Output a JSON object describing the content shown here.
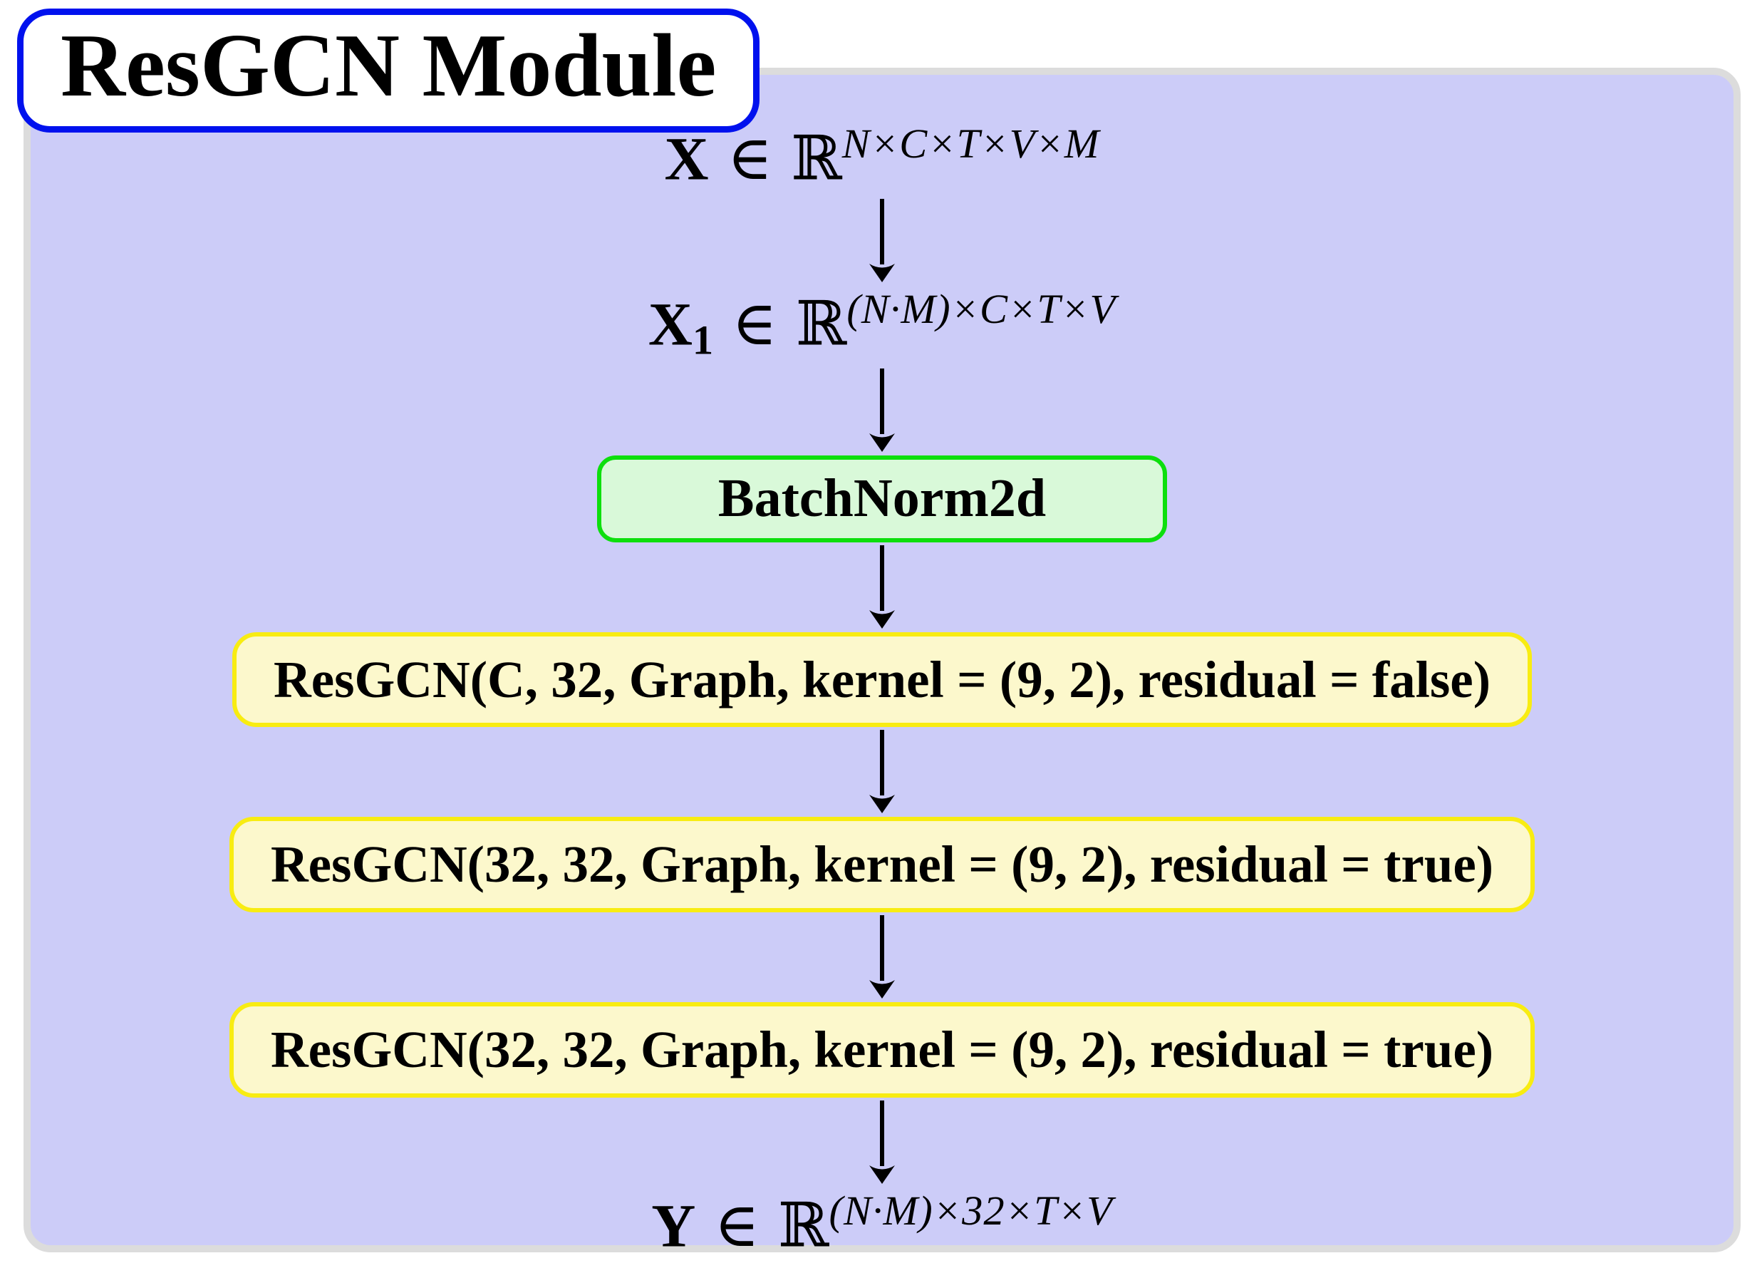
{
  "title": {
    "label": "ResGCN Module"
  },
  "colors": {
    "panel_bg": "#ccccf8",
    "panel_border": "#dcdcdc",
    "title_bg": "#ffffff",
    "title_border": "#0011ee",
    "green_bg": "#d9f9d9",
    "green_border": "#0ddf0d",
    "yellow_bg": "#fcf8cc",
    "yellow_border": "#f8ec12",
    "arrow": "#000000",
    "text": "#000000"
  },
  "flow": {
    "input": {
      "var": "X",
      "member": "∈",
      "set": "ℝ",
      "sup": "N×C×T×V×M"
    },
    "reshaped": {
      "var": "X",
      "sub": "1",
      "member": "∈",
      "set": "ℝ",
      "sup": "(N·M)×C×T×V"
    },
    "batchnorm": {
      "label": "BatchNorm2d"
    },
    "resgcn_layers": [
      {
        "label": "ResGCN(C, 32, Graph, kernel = (9, 2), residual = false)"
      },
      {
        "label": "ResGCN(32, 32, Graph, kernel = (9, 2), residual = true)"
      },
      {
        "label": "ResGCN(32, 32, Graph, kernel = (9, 2), residual = true)"
      }
    ],
    "output": {
      "var": "Y",
      "member": "∈",
      "set": "ℝ",
      "sup": "(N·M)×32×T×V"
    }
  }
}
